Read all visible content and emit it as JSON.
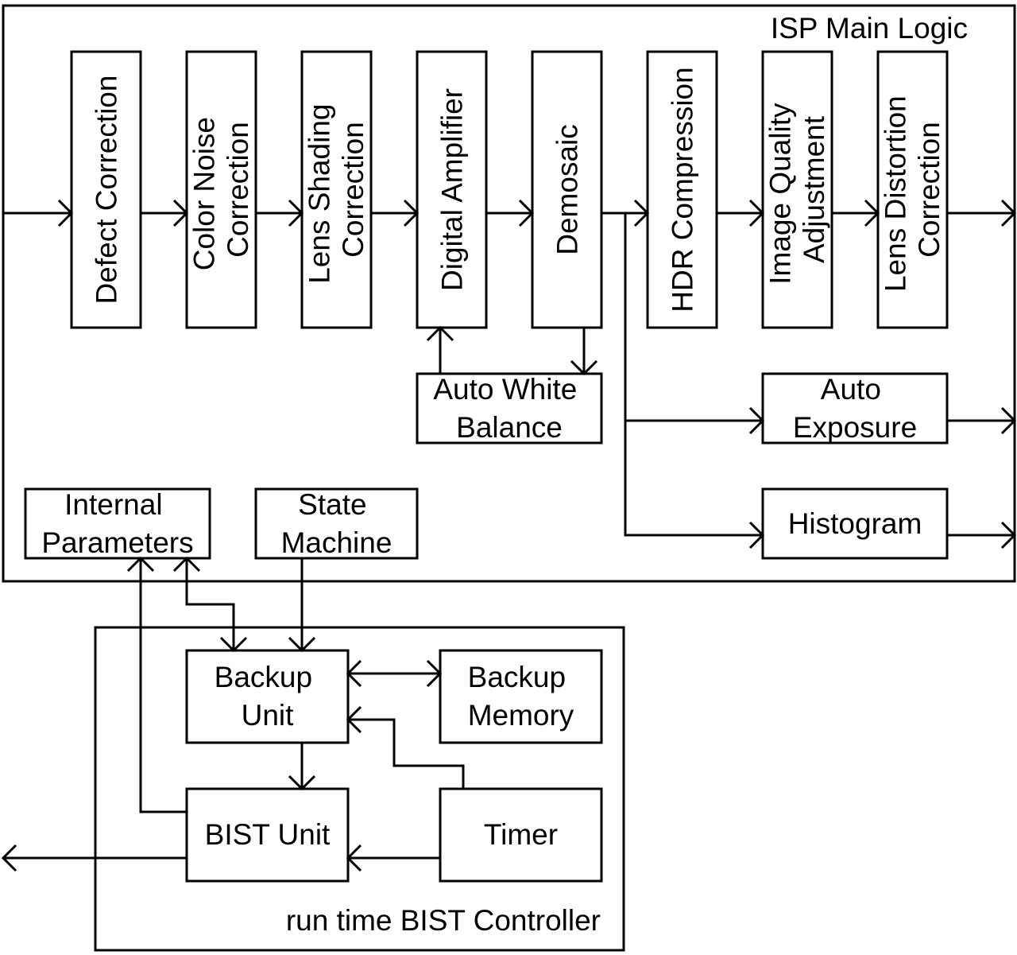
{
  "isp": {
    "title": "ISP Main Logic",
    "blocks": {
      "defect_correction": [
        "Defect Correction"
      ],
      "color_noise_correction": [
        "Color Noise",
        "Correction"
      ],
      "lens_shading_correction": [
        "Lens Shading",
        "Correction"
      ],
      "digital_amplifier": [
        "Digital Amplifier"
      ],
      "demosaic": [
        "Demosaic"
      ],
      "hdr_compression": [
        "HDR Compression"
      ],
      "image_quality_adjustment": [
        "Image Quality",
        "Adjustment"
      ],
      "lens_distortion_correction": [
        "Lens Distortion",
        "Correction"
      ]
    },
    "auto_white_balance": [
      "Auto White",
      "Balance"
    ],
    "auto_exposure": [
      "Auto",
      "Exposure"
    ],
    "histogram": [
      "Histogram"
    ],
    "internal_parameters": [
      "Internal",
      "Parameters"
    ],
    "state_machine": [
      "State",
      "Machine"
    ]
  },
  "bist": {
    "title": "run time BIST Controller",
    "backup_unit": [
      "Backup",
      "Unit"
    ],
    "backup_memory": [
      "Backup",
      "Memory"
    ],
    "bist_unit": [
      "BIST Unit"
    ],
    "timer": [
      "Timer"
    ]
  }
}
